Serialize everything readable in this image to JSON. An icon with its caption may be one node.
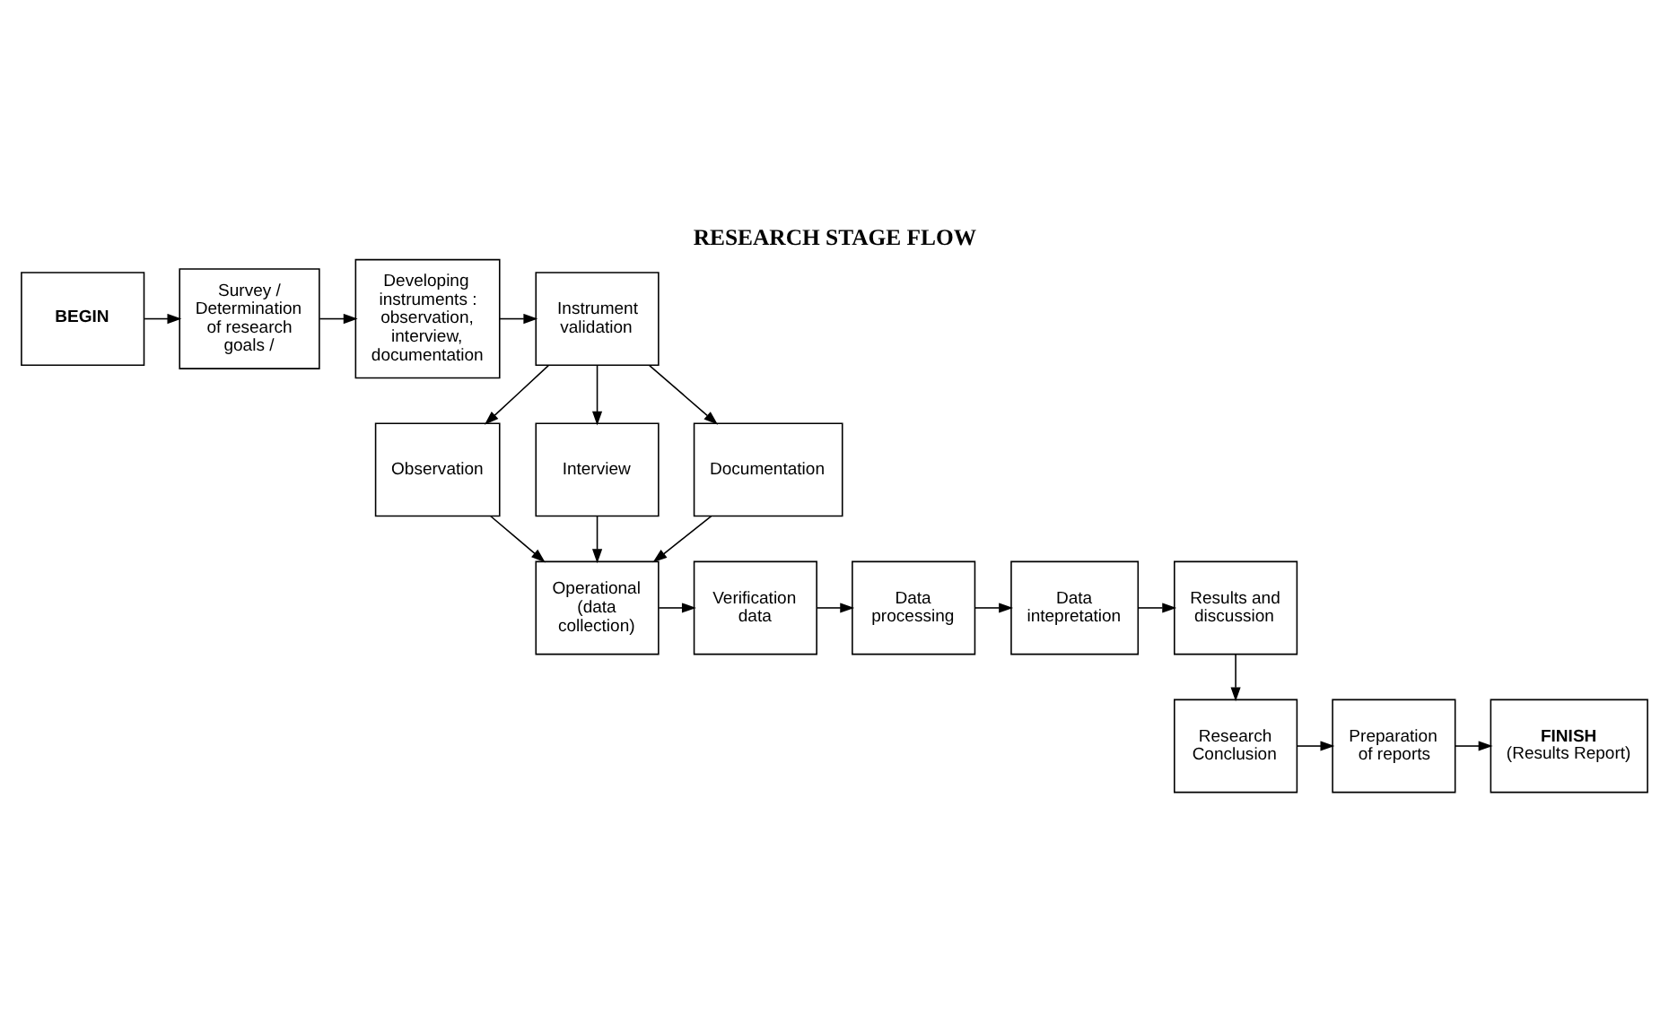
{
  "diagram": {
    "title": "RESEARCH STAGE FLOW",
    "nodes": [
      {
        "text": [
          "BEGIN"
        ]
      },
      {
        "text": [
          "Survey / Determination of research goals /"
        ]
      },
      {
        "text": [
          "Developing instruments : observation, interview, documentation"
        ]
      },
      {
        "text": [
          "Instrument validation"
        ]
      },
      {
        "text": [
          "Observation"
        ]
      },
      {
        "text": [
          "Interview"
        ]
      },
      {
        "text": [
          "Documentation"
        ]
      },
      {
        "text": [
          "Operational (data collection)"
        ]
      },
      {
        "text": [
          "Verification data"
        ]
      },
      {
        "text": [
          "Data processing"
        ]
      },
      {
        "text": [
          "Data intepretation"
        ]
      },
      {
        "text": [
          "Results and discussion"
        ]
      },
      {
        "text": [
          "Research Conclusion"
        ]
      },
      {
        "text": [
          "Preparation of reports"
        ]
      },
      {
        "text": [
          "FINISH",
          "(Results Report)"
        ]
      }
    ],
    "edges": [
      {
        "from": 0,
        "to": 1,
        "arrow": "to"
      },
      {
        "from": 1,
        "to": 2,
        "arrow": "to"
      },
      {
        "from": 2,
        "to": 3,
        "arrow": "to"
      },
      {
        "from": 3,
        "to": 4,
        "arrow": "to"
      },
      {
        "from": 3,
        "to": 5,
        "arrow": "to"
      },
      {
        "from": 3,
        "to": 6,
        "arrow": "to"
      },
      {
        "from": 4,
        "to": 7,
        "arrow": "to"
      },
      {
        "from": 5,
        "to": 7,
        "arrow": "to"
      },
      {
        "from": 6,
        "to": 7,
        "arrow": "to"
      },
      {
        "from": 7,
        "to": 8,
        "arrow": "to"
      },
      {
        "from": 8,
        "to": 9,
        "arrow": "to"
      },
      {
        "from": 9,
        "to": 10,
        "arrow": "to"
      },
      {
        "from": 10,
        "to": 11,
        "arrow": "to"
      },
      {
        "from": 11,
        "to": 12,
        "arrow": "to"
      },
      {
        "from": 12,
        "to": 13,
        "arrow": "to"
      },
      {
        "from": 13,
        "to": 14,
        "arrow": "to"
      }
    ]
  }
}
